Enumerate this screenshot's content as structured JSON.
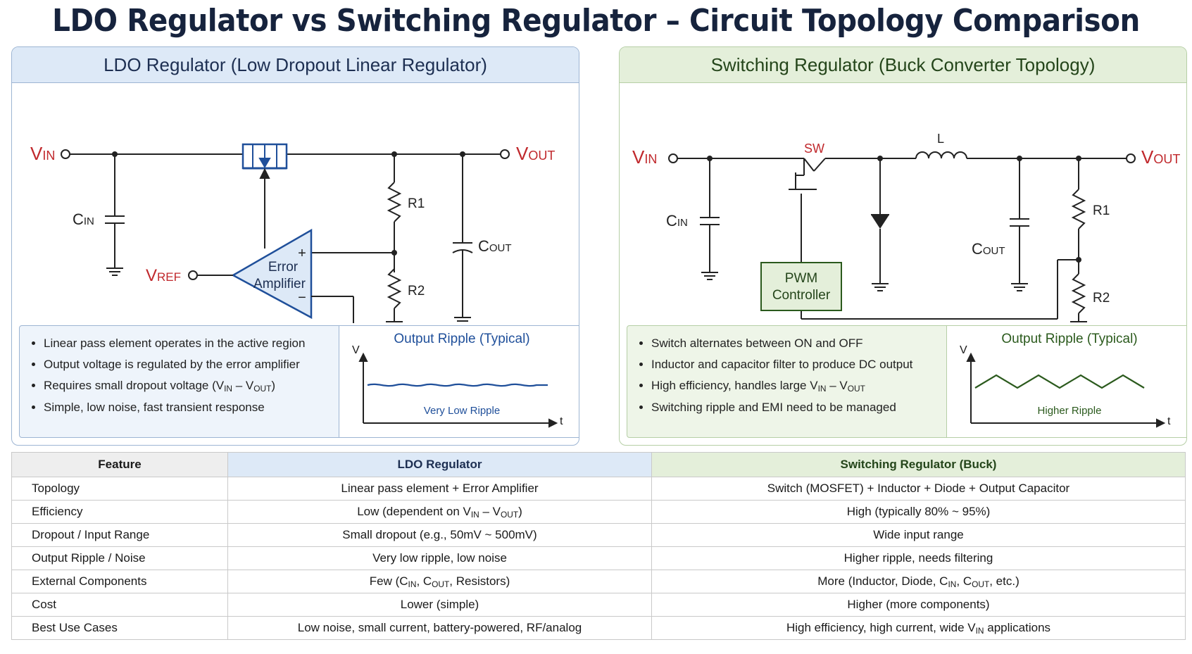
{
  "title": "LDO Regulator vs Switching Regulator – Circuit Topology Comparison",
  "ldo": {
    "header": "LDO Regulator (Low Dropout Linear Regulator)",
    "labels": {
      "vin": "V",
      "vin_sub": "IN",
      "vout": "V",
      "vout_sub": "OUT",
      "vref": "V",
      "vref_sub": "REF",
      "cin": "C",
      "cin_sub": "IN",
      "cout": "C",
      "cout_sub": "OUT",
      "r1": "R1",
      "r2": "R2",
      "amp_line1": "Error",
      "amp_line2": "Amplifier",
      "plus": "+",
      "minus": "−"
    },
    "bullets": [
      "Linear pass element operates in the active region",
      "Output voltage is regulated by the error amplifier",
      "Requires small dropout voltage (V",
      "Simple, low noise, fast transient response"
    ],
    "bullet3_sub1": "IN",
    "bullet3_mid": " – V",
    "bullet3_sub2": "OUT",
    "bullet3_end": ")",
    "ripple_title": "Output Ripple (Typical)",
    "ripple_label": "Very Low Ripple",
    "axis_v": "V",
    "axis_t": "t"
  },
  "sw": {
    "header": "Switching Regulator (Buck Converter Topology)",
    "labels": {
      "vin": "V",
      "vin_sub": "IN",
      "vout": "V",
      "vout_sub": "OUT",
      "cin": "C",
      "cin_sub": "IN",
      "cout": "C",
      "cout_sub": "OUT",
      "r1": "R1",
      "r2": "R2",
      "sw": "SW",
      "l": "L",
      "pwm_line1": "PWM",
      "pwm_line2": "Controller"
    },
    "bullets": [
      "Switch alternates between ON and OFF",
      "Inductor and capacitor filter to produce DC output",
      "High efficiency, handles large V",
      "Switching ripple and EMI need to be managed"
    ],
    "bullet3_sub1": "IN",
    "bullet3_mid": " – V",
    "bullet3_sub2": "OUT",
    "ripple_title": "Output Ripple (Typical)",
    "ripple_label": "Higher Ripple",
    "axis_v": "V",
    "axis_t": "t"
  },
  "colors": {
    "ldo_accent": "#1f4f9a",
    "sw_accent": "#2b5a1d",
    "label_red": "#c0282c",
    "wire": "#222222"
  },
  "table": {
    "headers": [
      "Feature",
      "LDO Regulator",
      "Switching Regulator (Buck)"
    ],
    "rows": [
      {
        "feature": "Topology",
        "ldo": "Linear pass element + Error Amplifier",
        "sw": "Switch (MOSFET) + Inductor + Diode + Output Capacitor"
      },
      {
        "feature": "Efficiency",
        "ldo_parts": [
          "Low (dependent on V",
          "IN",
          " – V",
          "OUT",
          ")"
        ],
        "sw": "High (typically 80% ~ 95%)"
      },
      {
        "feature": "Dropout / Input Range",
        "ldo": "Small dropout (e.g., 50mV ~ 500mV)",
        "sw": "Wide input range"
      },
      {
        "feature": "Output Ripple / Noise",
        "ldo": "Very low ripple, low noise",
        "sw": "Higher ripple, needs filtering"
      },
      {
        "feature": "External Components",
        "ldo_parts": [
          "Few (C",
          "IN",
          ", C",
          "OUT",
          ", Resistors)"
        ],
        "sw_parts": [
          "More (Inductor, Diode, C",
          "IN",
          ", C",
          "OUT",
          ", etc.)"
        ]
      },
      {
        "feature": "Cost",
        "ldo": "Lower (simple)",
        "sw": "Higher (more components)"
      },
      {
        "feature": "Best Use Cases",
        "ldo": "Low noise, small current, battery-powered, RF/analog",
        "sw_parts": [
          "High efficiency, high current, wide V",
          "IN",
          " applications"
        ]
      }
    ]
  }
}
